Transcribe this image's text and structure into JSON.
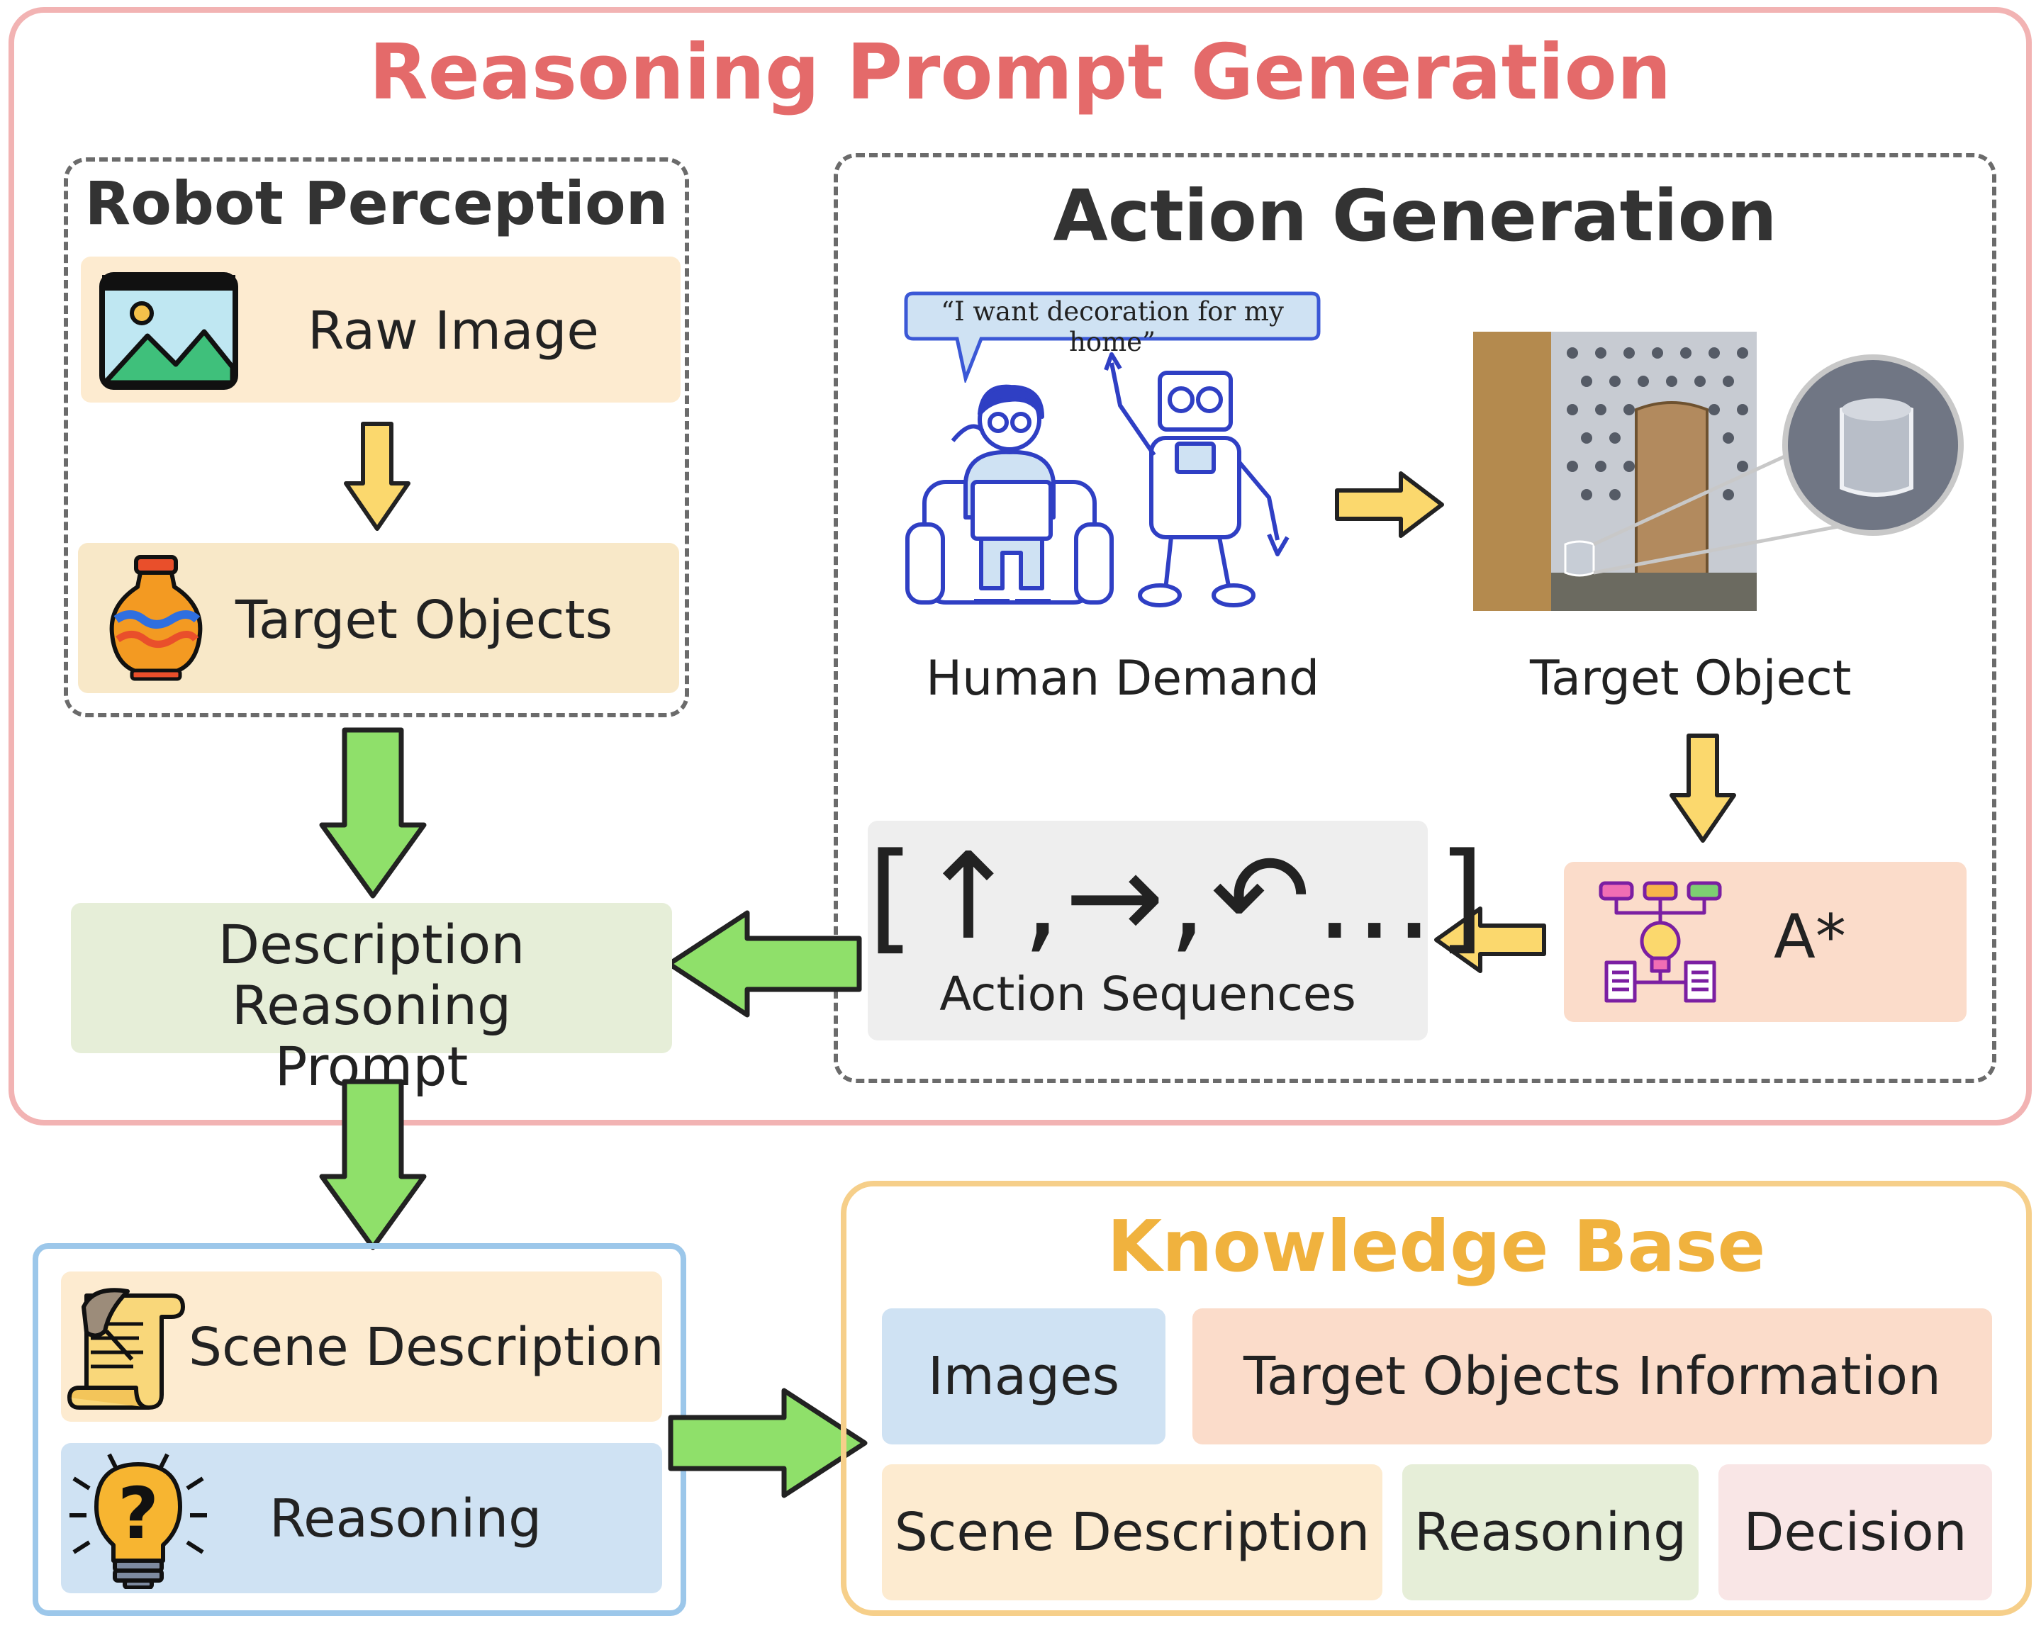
{
  "title": "Reasoning Prompt Generation",
  "perception": {
    "title": "Robot Perception",
    "raw_image": "Raw Image",
    "target_objects": "Target Objects"
  },
  "action": {
    "title": "Action Generation",
    "speech": "“I want decoration for my home”",
    "human_demand": "Human Demand",
    "target_object": "Target Object",
    "astar": "A*",
    "sequence_symbols": "[↑,→,↶…]",
    "sequences": "Action Sequences"
  },
  "description_prompt": {
    "line1": "Description Reasoning",
    "line2": "Prompt"
  },
  "output": {
    "scene_description": "Scene Description",
    "reasoning": "Reasoning"
  },
  "knowledge_base": {
    "title": "Knowledge Base",
    "images": "Images",
    "target_info": "Target Objects Information",
    "scene_description": "Scene Description",
    "reasoning": "Reasoning",
    "decision": "Decision"
  },
  "colors": {
    "title_red": "#e46a6a",
    "kb_orange": "#f0b23e",
    "outer_pink": "#f2b3b3",
    "dashed_gray": "#6b6b6b",
    "blue_border": "#9cc7ea",
    "orange_border": "#f6cf8a",
    "arrow_green": "#8fe06a",
    "arrow_yellow": "#fbd86d",
    "box_peach": "#fdebd0",
    "box_wheat": "#f8e8c8",
    "box_green": "#e6eed8",
    "box_blue": "#cfe2f3",
    "box_salmon": "#fbdcca",
    "box_gray": "#eeeeee",
    "box_pink": "#f9e6e6"
  },
  "icons": [
    "image-icon",
    "vase-icon",
    "person-on-sofa-icon",
    "robot-icon",
    "scene-photo-icon",
    "flowchart-lightbulb-icon",
    "scroll-quill-icon",
    "lightbulb-question-icon"
  ]
}
